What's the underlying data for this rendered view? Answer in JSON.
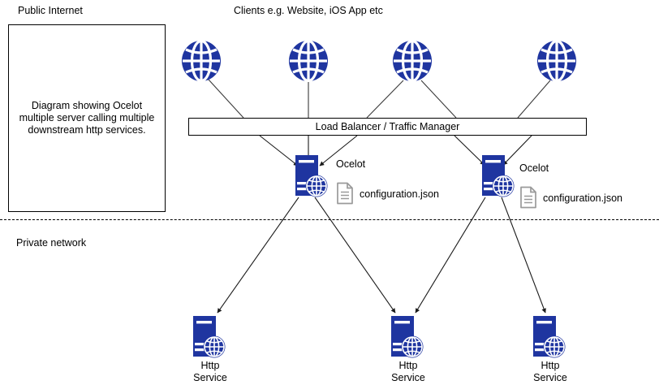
{
  "diagram": {
    "title_note": "Diagram showing Ocelot multiple server calling multiple downstream http services.",
    "zones": {
      "public": "Public Internet",
      "private": "Private network"
    },
    "clients_label": "Clients e.g. Website, iOS App etc",
    "load_balancer": "Load Balancer / Traffic Manager",
    "colors": {
      "node_blue": "#1F35A0",
      "stroke_black": "#000000",
      "doc_grey": "#9a9a9a",
      "background": "#ffffff"
    },
    "clients": [
      {
        "name": "client-globe-1",
        "icon": "globe-icon"
      },
      {
        "name": "client-globe-2",
        "icon": "globe-icon"
      },
      {
        "name": "client-globe-3",
        "icon": "globe-icon"
      },
      {
        "name": "client-globe-4",
        "icon": "globe-icon"
      }
    ],
    "ocelot_nodes": [
      {
        "label": "Ocelot",
        "config": "configuration.json",
        "icon": "server-globe-icon",
        "config_icon": "document-icon"
      },
      {
        "label": "Ocelot",
        "config": "configuration.json",
        "icon": "server-globe-icon",
        "config_icon": "document-icon"
      }
    ],
    "http_services": [
      {
        "label": "Http\nService",
        "icon": "server-globe-icon"
      },
      {
        "label": "Http\nService",
        "icon": "server-globe-icon"
      },
      {
        "label": "Http\nService",
        "icon": "server-globe-icon"
      }
    ]
  }
}
